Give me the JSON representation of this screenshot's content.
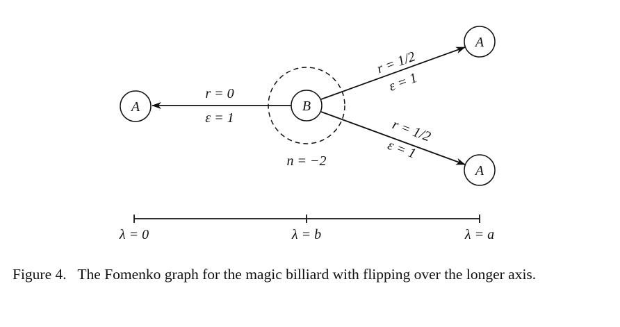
{
  "nodes": {
    "left": "A",
    "center": "B",
    "top_right": "A",
    "bottom_right": "A"
  },
  "edges": {
    "left": {
      "r": "r = 0",
      "eps": "ε = 1"
    },
    "top_right": {
      "r": "r = 1/2",
      "eps": "ε = 1"
    },
    "bottom_right": {
      "r": "r = 1/2",
      "eps": "ε = 1"
    }
  },
  "atom_mark": "n = −2",
  "scale": {
    "start": "λ = 0",
    "middle": "λ = b",
    "end": "λ = a"
  },
  "caption": {
    "label": "Figure 4.",
    "text": "The Fomenko graph for the magic billiard with flipping over the longer axis."
  }
}
